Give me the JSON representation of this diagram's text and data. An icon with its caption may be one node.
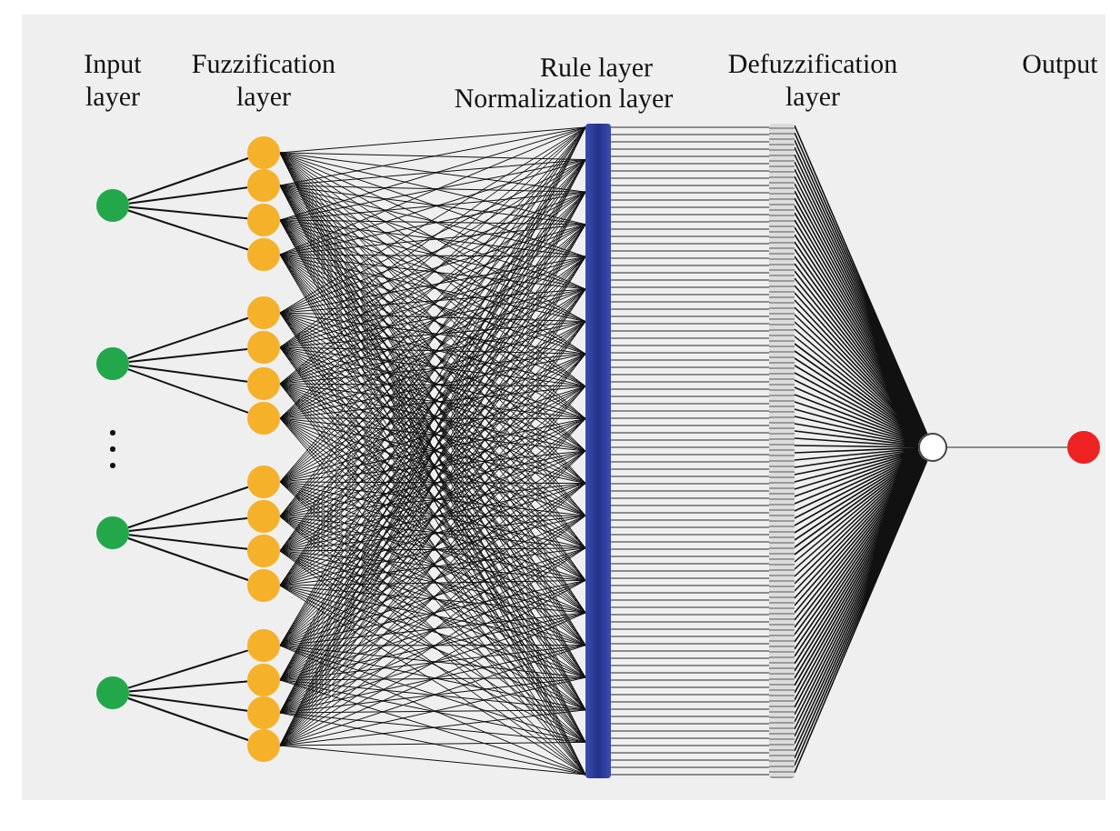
{
  "diagram": {
    "nodes": [
      {
        "text": [],
        "shape": "circle"
      },
      {
        "text": [],
        "shape": "circle"
      },
      {
        "text": [],
        "shape": "circle"
      },
      {
        "text": [],
        "shape": "circle"
      },
      {
        "text": [],
        "shape": "circle"
      },
      {
        "text": [],
        "shape": "circle"
      },
      {
        "text": [],
        "shape": "circle"
      },
      {
        "text": [],
        "shape": "circle"
      },
      {
        "text": [],
        "shape": "circle"
      },
      {
        "text": [],
        "shape": "circle"
      },
      {
        "text": [],
        "shape": "circle"
      },
      {
        "text": [],
        "shape": "circle"
      },
      {
        "text": [],
        "shape": "circle"
      },
      {
        "text": [],
        "shape": "circle"
      },
      {
        "text": [],
        "shape": "circle"
      },
      {
        "text": [],
        "shape": "circle"
      },
      {
        "text": [],
        "shape": "circle"
      },
      {
        "text": [],
        "shape": "circle"
      },
      {
        "text": [],
        "shape": "circle"
      },
      {
        "text": [],
        "shape": "circle"
      },
      {
        "text": [],
        "shape": "bar"
      },
      {
        "text": [],
        "shape": "bar"
      },
      {
        "text": [],
        "shape": "circle"
      },
      {
        "text": [],
        "shape": "circle"
      }
    ],
    "edges": [
      {
        "from": 0,
        "to": 4,
        "arrow": "none"
      },
      {
        "from": 0,
        "to": 5,
        "arrow": "none"
      },
      {
        "from": 0,
        "to": 6,
        "arrow": "none"
      },
      {
        "from": 0,
        "to": 7,
        "arrow": "none"
      },
      {
        "from": 1,
        "to": 8,
        "arrow": "none"
      },
      {
        "from": 1,
        "to": 9,
        "arrow": "none"
      },
      {
        "from": 1,
        "to": 10,
        "arrow": "none"
      },
      {
        "from": 1,
        "to": 11,
        "arrow": "none"
      },
      {
        "from": 2,
        "to": 12,
        "arrow": "none"
      },
      {
        "from": 2,
        "to": 13,
        "arrow": "none"
      },
      {
        "from": 2,
        "to": 14,
        "arrow": "none"
      },
      {
        "from": 2,
        "to": 15,
        "arrow": "none"
      },
      {
        "from": 3,
        "to": 16,
        "arrow": "none"
      },
      {
        "from": 3,
        "to": 17,
        "arrow": "none"
      },
      {
        "from": 3,
        "to": 18,
        "arrow": "none"
      },
      {
        "from": 3,
        "to": 19,
        "arrow": "none"
      },
      {
        "from": 4,
        "to": 20,
        "arrow": "none"
      },
      {
        "from": 5,
        "to": 20,
        "arrow": "none"
      },
      {
        "from": 6,
        "to": 20,
        "arrow": "none"
      },
      {
        "from": 7,
        "to": 20,
        "arrow": "none"
      },
      {
        "from": 8,
        "to": 20,
        "arrow": "none"
      },
      {
        "from": 9,
        "to": 20,
        "arrow": "none"
      },
      {
        "from": 10,
        "to": 20,
        "arrow": "none"
      },
      {
        "from": 11,
        "to": 20,
        "arrow": "none"
      },
      {
        "from": 12,
        "to": 20,
        "arrow": "none"
      },
      {
        "from": 13,
        "to": 20,
        "arrow": "none"
      },
      {
        "from": 14,
        "to": 20,
        "arrow": "none"
      },
      {
        "from": 15,
        "to": 20,
        "arrow": "none"
      },
      {
        "from": 16,
        "to": 20,
        "arrow": "none"
      },
      {
        "from": 17,
        "to": 20,
        "arrow": "none"
      },
      {
        "from": 18,
        "to": 20,
        "arrow": "none"
      },
      {
        "from": 19,
        "to": 20,
        "arrow": "none"
      },
      {
        "from": 20,
        "to": 21,
        "arrow": "none",
        "color": "#8c8c8c"
      },
      {
        "from": 21,
        "to": 22,
        "arrow": "none"
      },
      {
        "from": 22,
        "to": 23,
        "arrow": "none",
        "color": "#8c8c8c"
      }
    ],
    "labels": [
      "Input layer",
      "Fuzzification layer",
      "Rule layer",
      "Normalization layer",
      "Defuzzification layer",
      "Output"
    ]
  }
}
